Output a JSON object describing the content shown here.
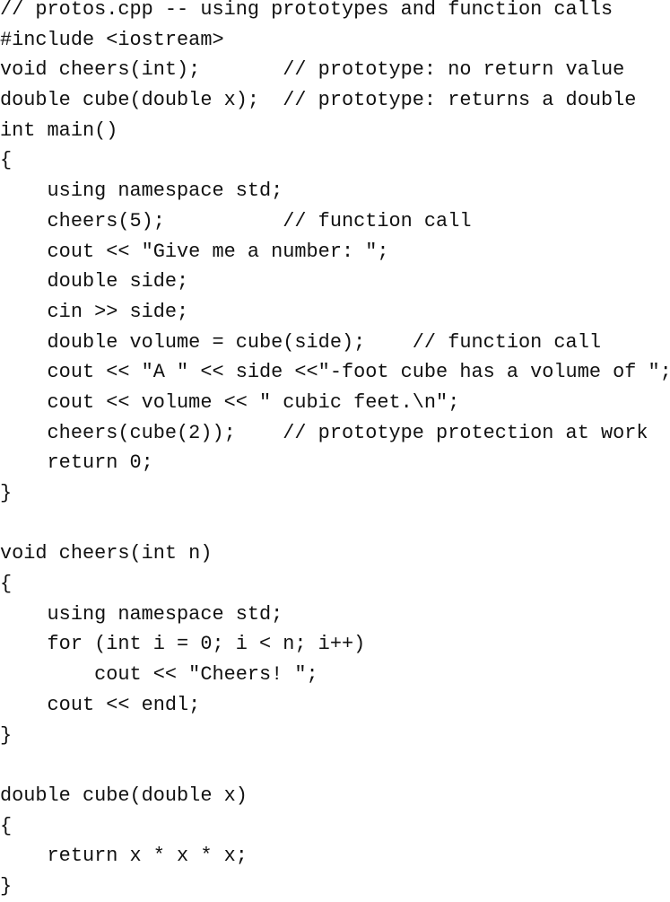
{
  "listing": {
    "lines": [
      "// protos.cpp -- using prototypes and function calls",
      "#include <iostream>",
      "void cheers(int);       // prototype: no return value",
      "double cube(double x);  // prototype: returns a double",
      "int main()",
      "{",
      "    using namespace std;",
      "    cheers(5);          // function call",
      "    cout << \"Give me a number: \";",
      "    double side;",
      "    cin >> side;",
      "    double volume = cube(side);    // function call",
      "    cout << \"A \" << side <<\"-foot cube has a volume of \";",
      "    cout << volume << \" cubic feet.\\n\";",
      "    cheers(cube(2));    // prototype protection at work",
      "    return 0;",
      "}",
      "",
      "void cheers(int n)",
      "{",
      "    using namespace std;",
      "    for (int i = 0; i < n; i++)",
      "        cout << \"Cheers! \";",
      "    cout << endl;",
      "}",
      "",
      "double cube(double x)",
      "{",
      "    return x * x * x;",
      "}"
    ]
  }
}
